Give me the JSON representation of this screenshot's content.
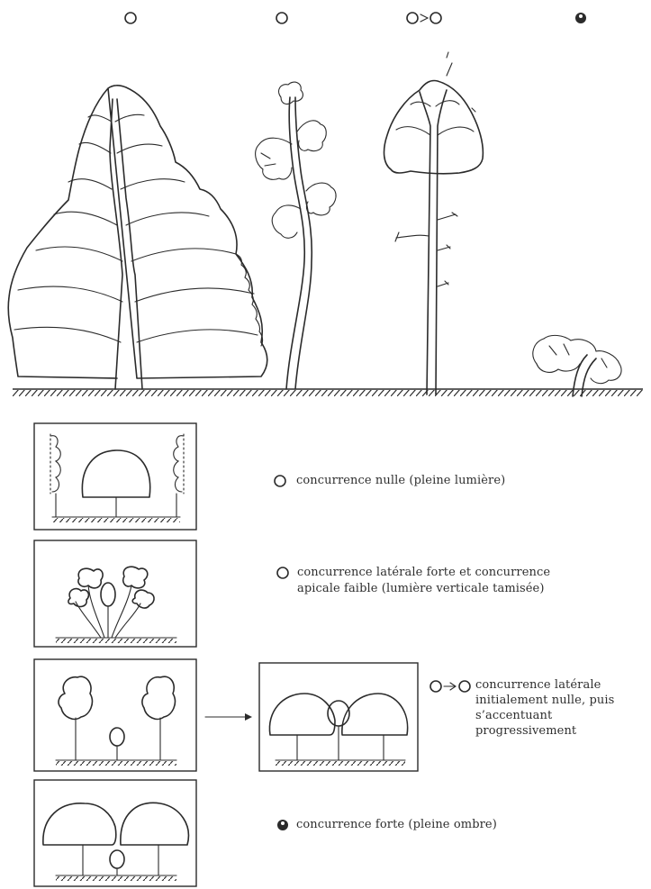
{
  "legend": {
    "none": "concurrence nulle (pleine lumière)",
    "lateral_line1": "concurrence latérale forte et concurrence",
    "lateral_line2": "apicale faible (lumière verticale tamisée)",
    "progressive_line1": "concurrence latérale",
    "progressive_line2": "initialement nulle, puis",
    "progressive_line3": "s’accentuant",
    "progressive_line4": "progressivement",
    "strong": "concurrence forte (pleine ombre)"
  },
  "symbols": {
    "open_circle": "light",
    "half_filled_circle": "shade"
  }
}
